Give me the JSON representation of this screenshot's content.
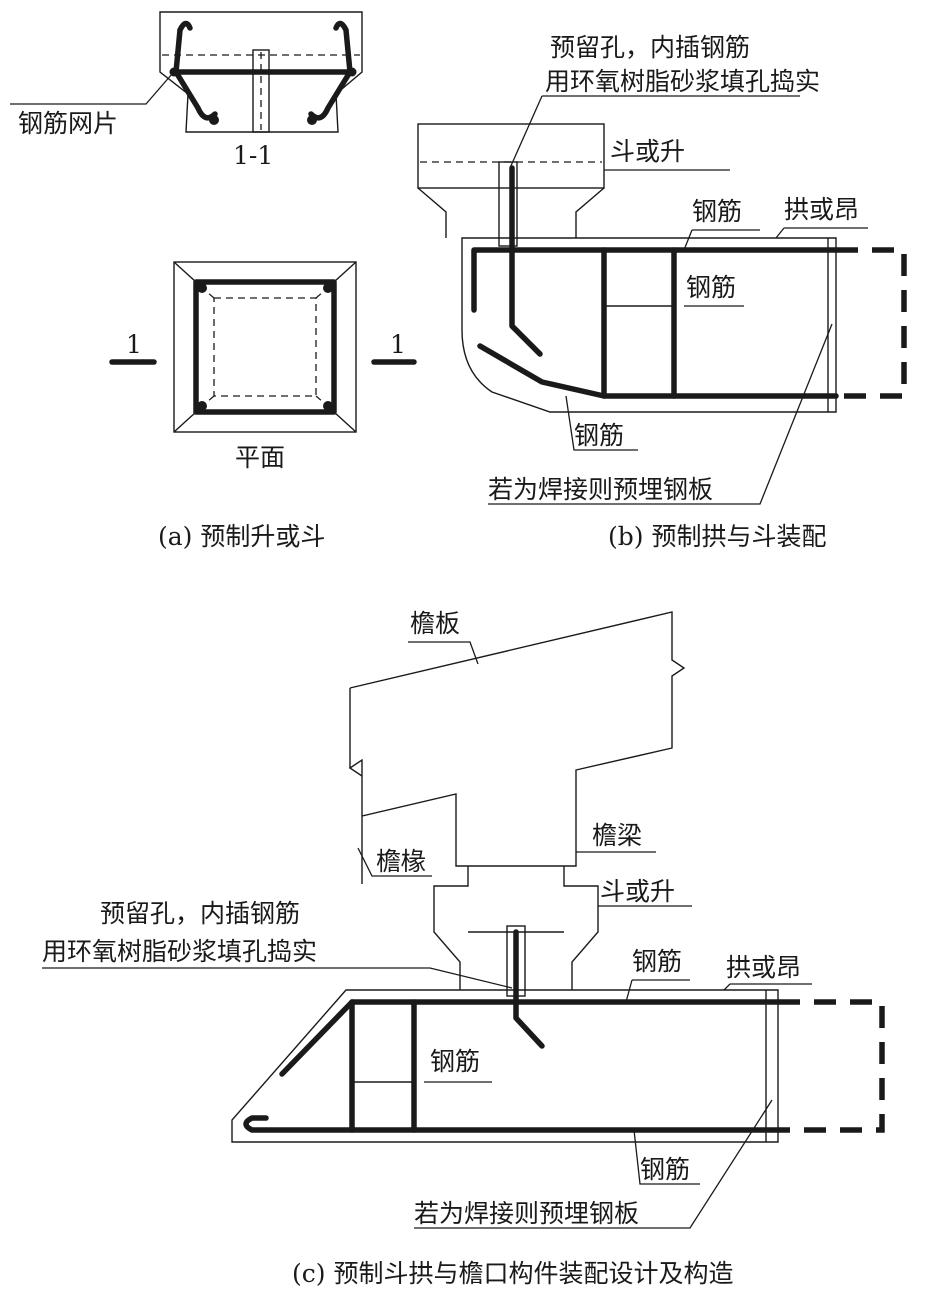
{
  "panel_a": {
    "caption": "(a) 预制升或斗",
    "section_label": "1-1",
    "plan_label": "平面",
    "mesh_label": "钢筋网片",
    "cut_left": "1",
    "cut_right": "1"
  },
  "panel_b": {
    "caption": "(b) 预制拱与斗装配",
    "hole_line1": "预留孔，内插钢筋",
    "hole_line2": "用环氧树脂砂浆填孔捣实",
    "dou_label": "斗或升",
    "rebar_top": "钢筋",
    "gong_label": "拱或昂",
    "rebar_mid": "钢筋",
    "rebar_bottom": "钢筋",
    "weld_label": "若为焊接则预埋钢板"
  },
  "panel_c": {
    "caption": "(c) 预制斗拱与檐口构件装配设计及构造",
    "eave_board": "檐板",
    "eave_rafter": "檐椽",
    "eave_beam": "檐梁",
    "dou_label": "斗或升",
    "hole_line1": "预留孔，内插钢筋",
    "hole_line2": "用环氧树脂砂浆填孔捣实",
    "rebar_top": "钢筋",
    "gong_label": "拱或昂",
    "rebar_mid": "钢筋",
    "rebar_bottom": "钢筋",
    "weld_label": "若为焊接则预埋钢板"
  }
}
